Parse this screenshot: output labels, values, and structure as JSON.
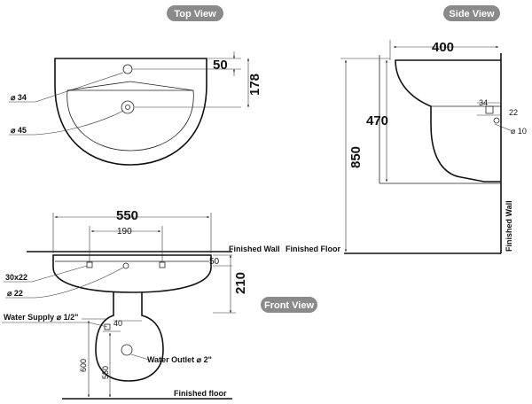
{
  "views": {
    "top": "Top View",
    "side": "Side View",
    "front": "Front View"
  },
  "top_view": {
    "dim_50": "50",
    "dim_178": "178",
    "tap_hole": "⌀ 34",
    "waste_hole": "⌀ 45"
  },
  "side_view": {
    "dim_400": "400",
    "dim_470": "470",
    "dim_850": "850",
    "dim_34": "34",
    "dim_22": "22",
    "dia_10": "⌀ 10",
    "finished_floor": "Finished Floor",
    "finished_wall": "Finished Wall"
  },
  "front_view": {
    "dim_550": "550",
    "dim_190": "190",
    "dim_50": "50",
    "dim_210": "210",
    "dim_40": "40",
    "dim_600": "600",
    "dim_550_pedestal": "550",
    "fixing_slot": "30x22",
    "overflow_hole": "⌀ 22",
    "water_supply": "Water Supply ⌀ 1/2\"",
    "water_outlet": "Water Outlet ⌀ 2\"",
    "finished_wall": "Finished Wall",
    "finished_floor": "Finished floor"
  }
}
